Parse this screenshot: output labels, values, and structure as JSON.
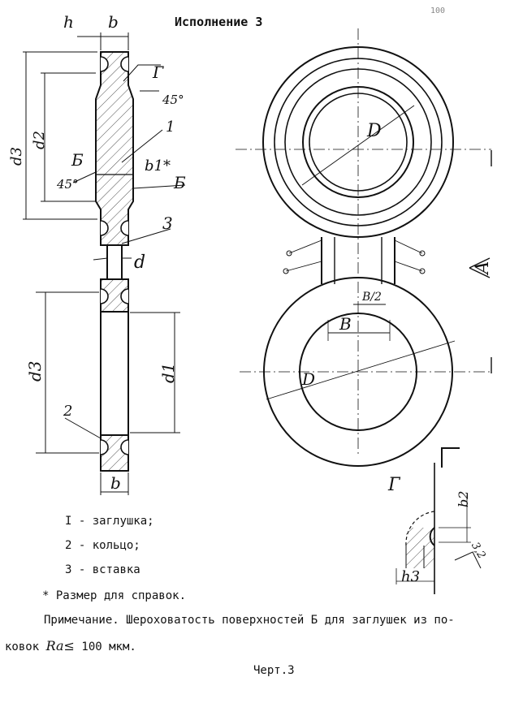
{
  "header": {
    "title": "Исполнение 3",
    "corner_mark": "100"
  },
  "labels": {
    "h": "h",
    "b": "b",
    "gamma": "Г",
    "angle": "45°",
    "one": "1",
    "d3": "d3",
    "d2": "d2",
    "B_cyr": "Б",
    "b1": "b1*",
    "three": "3",
    "d": "d",
    "two": "2",
    "d1": "d1",
    "D": "D",
    "A": "А",
    "B_lat": "B",
    "B_half": "B/2",
    "b2": "b2",
    "rough": "3,2",
    "h3": "h3"
  },
  "legend": [
    {
      "num": "I",
      "text": "- заглушка;"
    },
    {
      "num": "2",
      "text": "- кольцо;"
    },
    {
      "num": "3",
      "text": "- вставка"
    }
  ],
  "note_star": "* Размер для справок.",
  "note_line1": "Примечание. Шероховатость поверхностей Б для заглушек из по-",
  "note_line2_pre": "ковок",
  "note_line2_ra": "Ra≤",
  "note_line2_post": "100 мкм.",
  "caption": "Черт.3"
}
